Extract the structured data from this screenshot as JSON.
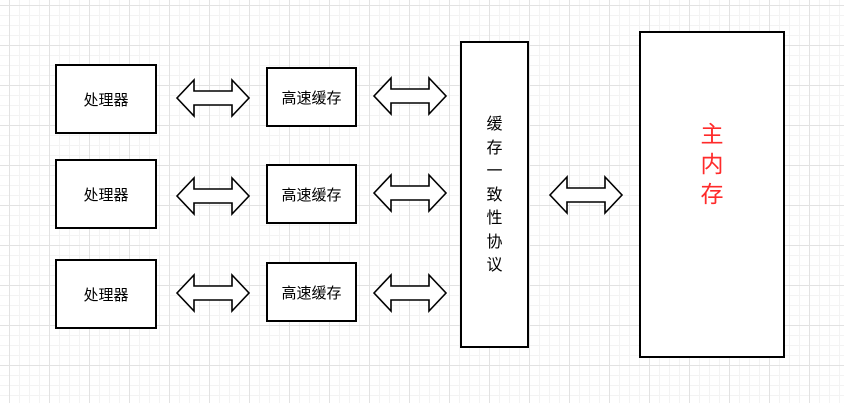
{
  "processors": [
    {
      "label": "处理器"
    },
    {
      "label": "处理器"
    },
    {
      "label": "处理器"
    }
  ],
  "caches": [
    {
      "label": "高速缓存"
    },
    {
      "label": "高速缓存"
    },
    {
      "label": "高速缓存"
    }
  ],
  "coherence_protocol": {
    "chars": [
      "缓",
      "存",
      "一",
      "致",
      "性",
      "协",
      "议"
    ]
  },
  "main_memory": {
    "chars": [
      "主",
      "内",
      "存"
    ],
    "text_color": "#ff2a2a"
  }
}
